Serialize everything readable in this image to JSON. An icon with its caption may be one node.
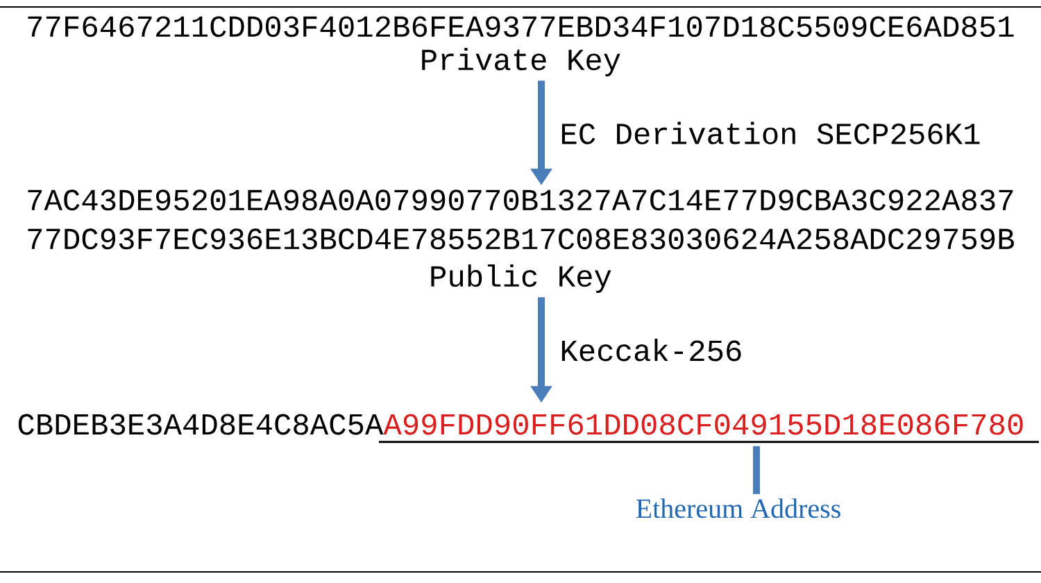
{
  "diagram": {
    "nodes": [
      {
        "text": [
          "77F6467211CDD03F4012B6FEA9377EBD34F107D18C5509CE6AD851",
          "Private Key"
        ]
      },
      {
        "text": [
          "7AC43DE95201EA98A0A07990770B1327A7C14E77D9CBA3C922A837",
          "77DC93F7EC936E13BCD4E78552B17C08E83030624A258ADC29759B",
          "Public Key"
        ]
      },
      {
        "text": [
          "CBDEB3E3A4D8E4C8AC5A"
        ]
      },
      {
        "text": [
          "A99FDD90FF61DD08CF049155D18E086F780"
        ]
      },
      {
        "text": [
          "Ethereum Address"
        ]
      }
    ],
    "edges": [
      {
        "from": 0,
        "to": 1,
        "arrow": "to",
        "label": "EC Derivation SECP256K1"
      },
      {
        "from": 1,
        "to": 3,
        "arrow": "to",
        "label": "Keccak-256"
      },
      {
        "from": 4,
        "to": 3,
        "arrow": "none"
      }
    ]
  }
}
